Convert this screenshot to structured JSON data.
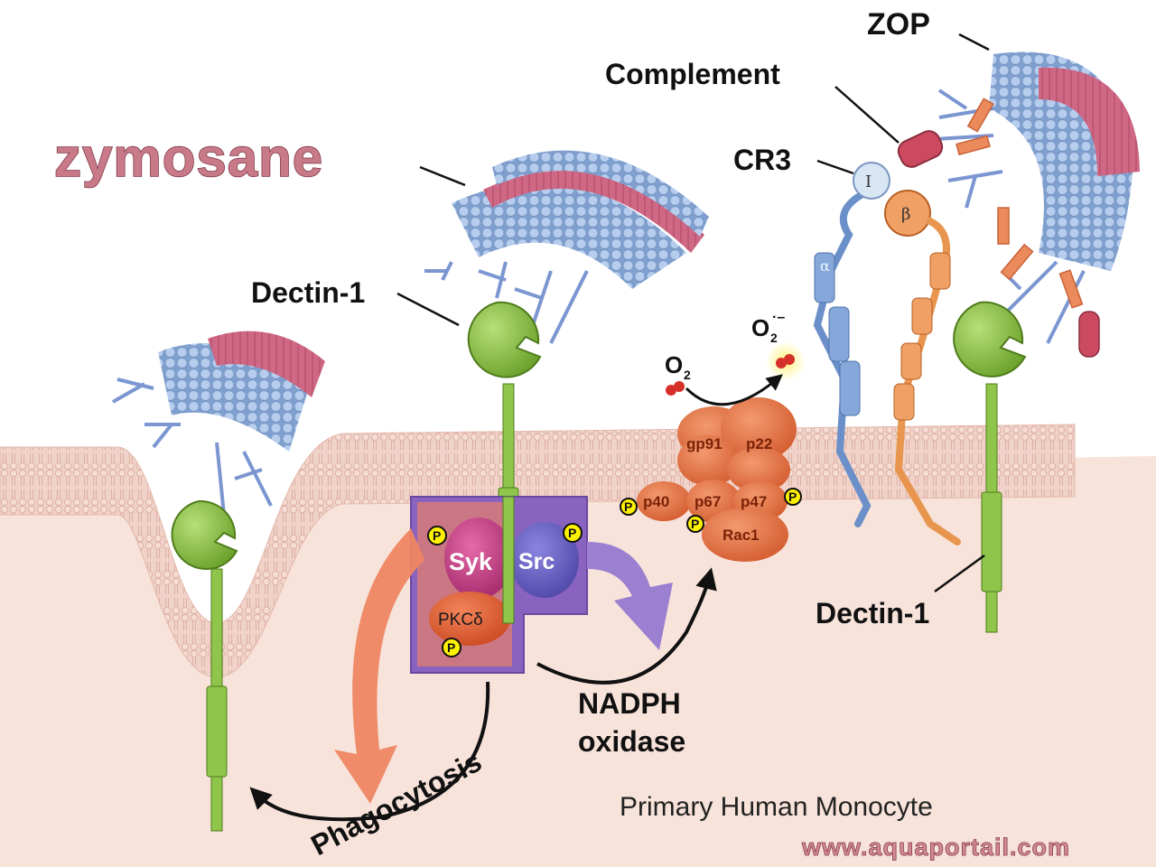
{
  "labels": {
    "zop": "ZOP",
    "complement": "Complement",
    "cr3": "CR3",
    "zymosane": "zymosane",
    "dectin_top": "Dectin-1",
    "dectin_right": "Dectin-1",
    "primary_cell": "Primary Human Monocyte",
    "phagocytosis": "Phagocytosis",
    "nadph_line1": "NADPH",
    "nadph_line2": "oxidase",
    "o2": "O",
    "o2_sub": "2",
    "superoxide": "O",
    "superoxide_sub": "2",
    "superoxide_sup": "·–",
    "credit": "www.aquaportail.com"
  },
  "kinases": {
    "syk": "Syk",
    "src": "Src",
    "pkc": "PKCδ",
    "phospho": "P"
  },
  "nadph_subunits": {
    "gp91": "gp91",
    "p22": "p22",
    "p40": "p40",
    "p67": "p67",
    "p47": "p47",
    "rac1": "Rac1"
  },
  "cr3_subunits": {
    "i_domain": "I",
    "beta": "β",
    "alpha": "α"
  },
  "colors": {
    "membrane": "#f1cdc3",
    "cytoplasm": "#f7e3da",
    "dectin_green": "#8fc54a",
    "kinase_box": "#8a63c0",
    "nadph_orange": "#e2744a",
    "phagocytosis_arrow": "#ee8662",
    "purple_arrow": "#9b7fd0",
    "zymosan_blue": "#a9c3e8",
    "zymosan_pink": "#cc5f7a"
  }
}
